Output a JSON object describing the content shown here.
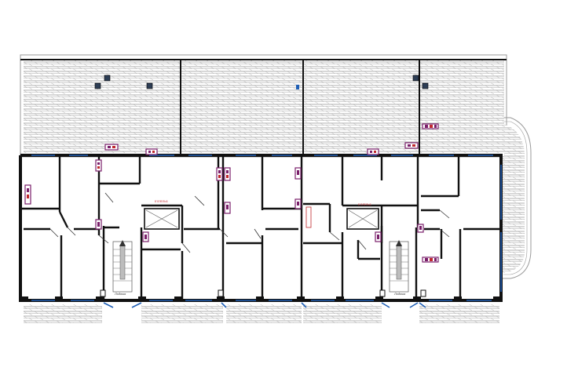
{
  "colors": {
    "background": "#ffffff",
    "wall": "#111111",
    "hatch": "#8a8a8a",
    "window": "#1f5fb5",
    "duct_fill": "#7a1f6a",
    "duct_accent": "#c0282d",
    "outline": "#9a9a9a"
  },
  "labels": {
    "stair_left": "Лоджия",
    "stair_right": "Лоджия",
    "elevator_left_note": "Б'ЛЛЕЛЬБ",
    "elevator_right_note": "Б'ЛЛЕЛЬБ"
  },
  "icons": {
    "ventilation": "vent-duct-icon",
    "column": "column-marker-icon",
    "stair_arrow": "stair-up-arrow-icon",
    "elevator": "elevator-cross-icon"
  }
}
